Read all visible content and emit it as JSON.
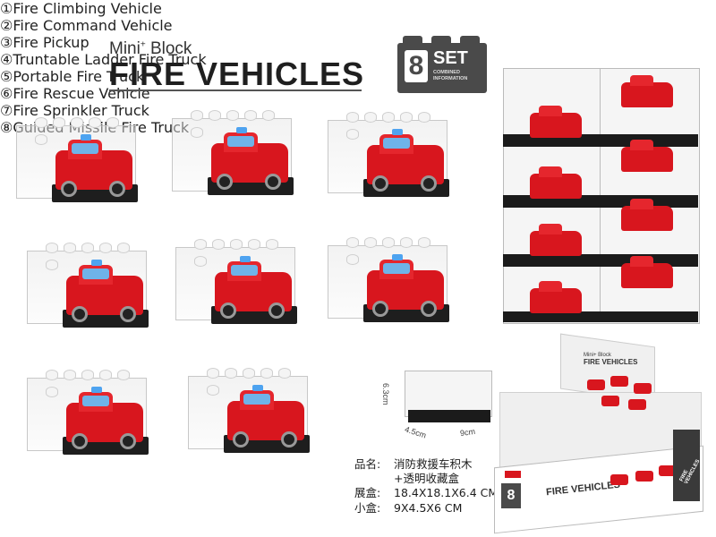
{
  "header": {
    "series": "Mini",
    "series_sup": "+",
    "series_suffix": "Block",
    "title": "FIRE VEHICLES"
  },
  "badge": {
    "number": "8",
    "label": "SET",
    "sub1": "COMBINED",
    "sub2": "INFORMATION"
  },
  "products": [
    {
      "caption": "①Fire Climbing Vehicle"
    },
    {
      "caption": "②Fire Command Vehicle"
    },
    {
      "caption": "③Fire Pickup"
    },
    {
      "caption": "④Truntable Ladder Fire Truck"
    },
    {
      "caption": "⑤Portable Fire Truck"
    },
    {
      "caption": "⑥Fire Rescue Vehicle"
    },
    {
      "caption": "⑦Fire Sprinkler Truck"
    },
    {
      "caption": "⑧Guided Missile Fire Truck"
    }
  ],
  "small_box": {
    "height": "6.3cm",
    "depth": "4.5cm",
    "width": "9cm"
  },
  "specs": {
    "name_key": "品名:",
    "name_val_1": "消防救援车积木",
    "name_val_2": "+透明收藏盒",
    "display_key": "展盒:",
    "display_val": "18.4X18.1X6.4 CM",
    "small_key": "小盒:",
    "small_val": "9X4.5X6 CM"
  },
  "carton": {
    "back_title_1": "Mini+ Block",
    "back_title_2": "FIRE VEHICLES",
    "front_title": "FIRE VEHICLES",
    "front_set": "8",
    "side_text": "FIRE VEHICLES"
  },
  "colors": {
    "accent_red": "#d8161e",
    "badge_gray": "#4a4a4a",
    "base_black": "#1e1e1e"
  }
}
